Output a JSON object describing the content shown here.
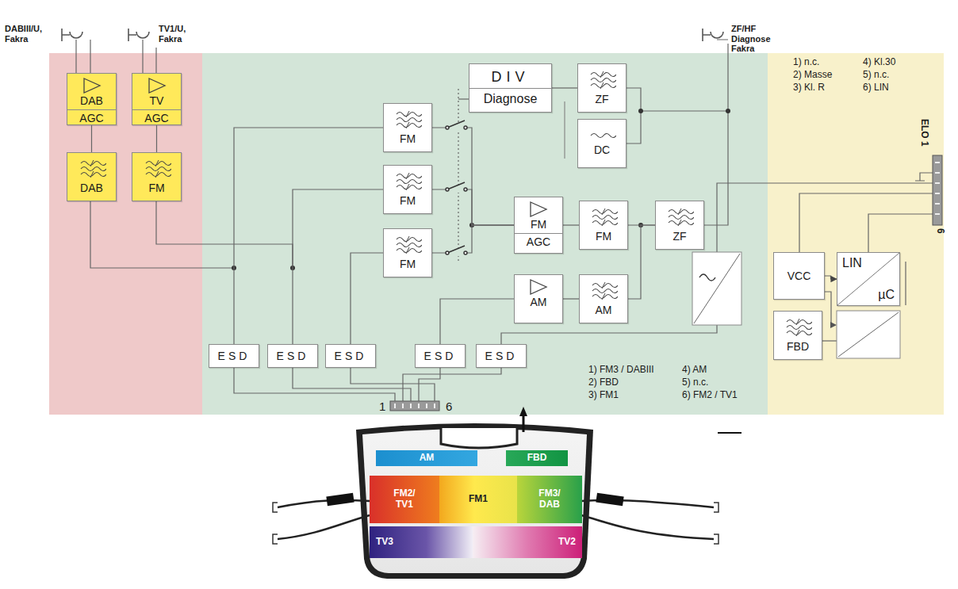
{
  "diagram": {
    "nodes": [
      {
        "text": [
          "DAB",
          "AGC"
        ]
      },
      {
        "text": [
          "TV",
          "AGC"
        ]
      },
      {
        "text": [
          "DAB"
        ]
      },
      {
        "text": [
          "FM"
        ]
      },
      {
        "text": [
          "DIV",
          "Diagnose"
        ]
      },
      {
        "text": [
          "ZF"
        ]
      },
      {
        "text": [
          "FM"
        ]
      },
      {
        "text": [
          "DC"
        ]
      },
      {
        "text": [
          "FM"
        ]
      },
      {
        "text": [
          "FM",
          "AGC"
        ]
      },
      {
        "text": [
          "FM"
        ]
      },
      {
        "text": [
          "ZF"
        ]
      },
      {
        "text": [
          "FM"
        ]
      },
      {
        "text": [
          "AM"
        ]
      },
      {
        "text": [
          "AM"
        ]
      },
      {
        "text": [
          "VCC"
        ]
      },
      {
        "text": [
          "LIN",
          "µC"
        ]
      },
      {
        "text": [
          "FBD"
        ]
      },
      {
        "text": [
          "ESD"
        ]
      },
      {
        "text": [
          "ESD"
        ]
      },
      {
        "text": [
          "ESD"
        ]
      },
      {
        "text": [
          "ESD"
        ]
      },
      {
        "text": [
          "ESD"
        ]
      },
      {
        "text": [
          "AM"
        ]
      },
      {
        "text": [
          "FBD"
        ]
      },
      {
        "text": [
          "FM2/ TV1"
        ]
      },
      {
        "text": [
          "FM1"
        ]
      },
      {
        "text": [
          "FM3/ DAB"
        ]
      },
      {
        "text": [
          "TV3"
        ]
      },
      {
        "text": [
          "TV2"
        ]
      }
    ],
    "edges": [
      {
        "from": 0,
        "to": 2,
        "arrow": "none"
      },
      {
        "from": 1,
        "to": 3,
        "arrow": "none"
      },
      {
        "from": 18,
        "to": 6,
        "arrow": "none"
      },
      {
        "from": 19,
        "to": 8,
        "arrow": "none"
      },
      {
        "from": 20,
        "to": 12,
        "arrow": "none"
      },
      {
        "from": 21,
        "to": 13,
        "arrow": "none"
      },
      {
        "from": 6,
        "to": 9,
        "arrow": "none"
      },
      {
        "from": 8,
        "to": 9,
        "arrow": "none"
      },
      {
        "from": 12,
        "to": 9,
        "arrow": "none"
      },
      {
        "from": 9,
        "to": 10,
        "arrow": "none"
      },
      {
        "from": 10,
        "to": 11,
        "arrow": "none"
      },
      {
        "from": 14,
        "to": 11,
        "arrow": "none"
      },
      {
        "from": 13,
        "to": 14,
        "arrow": "none"
      },
      {
        "from": 4,
        "to": 5,
        "arrow": "none"
      },
      {
        "from": 15,
        "to": 16,
        "arrow": "to"
      }
    ],
    "labels": [
      "DABIII/U, Fakra",
      "TV1/U, Fakra",
      "ZF/HF Diagnose Fakra",
      "1) n.c.",
      "2) Masse",
      "3) Kl. R",
      "4) Kl.30",
      "5) n.c.",
      "6) LIN",
      "ELO 1",
      "6",
      "1",
      "6",
      "1) FM3 / DABIII",
      "2) FBD",
      "3) FM1",
      "4) AM",
      "5) n.c.",
      "6) FM2 / TV1"
    ]
  }
}
